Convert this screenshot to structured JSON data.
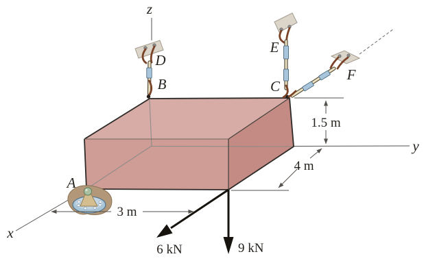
{
  "axis": {
    "x": "x",
    "y": "y",
    "z": "z"
  },
  "points": {
    "A": "A",
    "B": "B",
    "C": "C",
    "D": "D",
    "E": "E",
    "F": "F"
  },
  "dims": {
    "height": "1.5 m",
    "along_y": "4 m",
    "along_x": "3 m"
  },
  "forces": {
    "lateral": "6 kN",
    "vertical": "9 kN"
  },
  "colors": {
    "box_top": "#d8aca6",
    "box_left": "#cf9c96",
    "box_right": "#c48a84",
    "edge": "#2e2a27",
    "hidden_edge": "#8f8c88",
    "dim_line": "#55524e",
    "force": "#17130e",
    "text": "#27231e",
    "plate": "#dcd5ca",
    "cable": "#e9dfbe",
    "turnbuckle": "#a9c5dc",
    "hook": "#7a4327",
    "flange": "#a9c6d9",
    "flange_top": "#c3d6e4",
    "pad": "#b29878",
    "cone": "#d4be8f",
    "ball": "#a9bfa2"
  }
}
